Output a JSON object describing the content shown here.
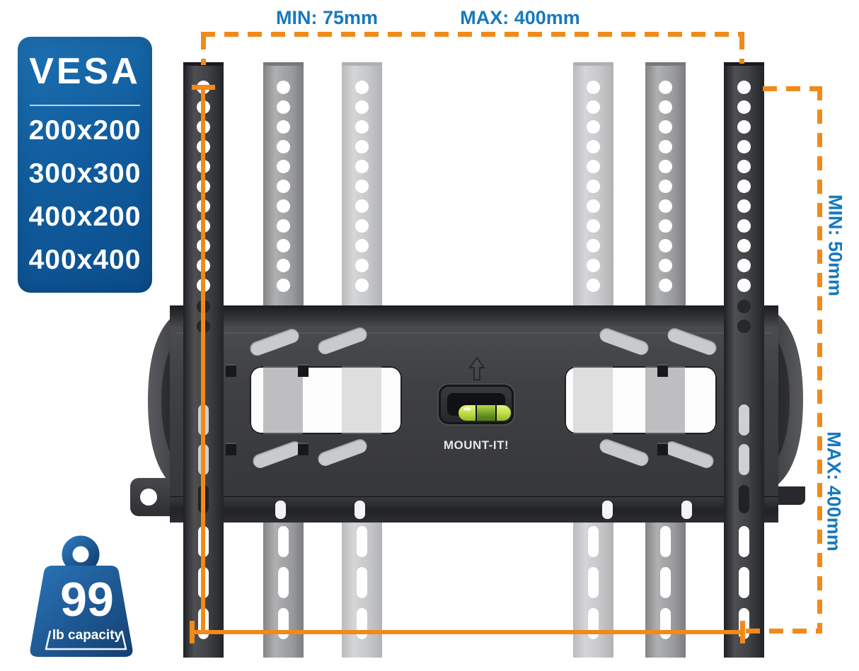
{
  "vesa": {
    "title": "VESA",
    "sizes": [
      "200x200",
      "300x300",
      "400x200",
      "400x400"
    ]
  },
  "dims": {
    "top_min": "MIN: 75mm",
    "top_max": "MAX: 400mm",
    "side_min": "MIN: 50mm",
    "side_max": "MAX: 400mm"
  },
  "capacity": {
    "value": "99",
    "unit": "lb capacity"
  },
  "brand": "MOUNT-IT!",
  "colors": {
    "accent_orange": "#F08A1A",
    "label_blue": "#1779BD",
    "vesa_panel_blue": "#0E5697",
    "level_green": "#C6E24C"
  }
}
